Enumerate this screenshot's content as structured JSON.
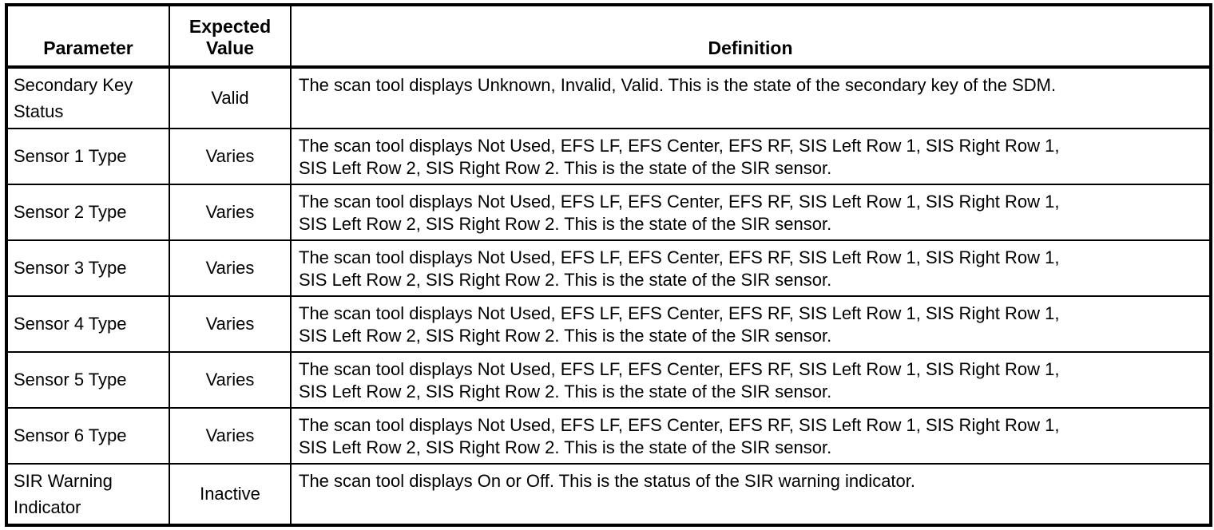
{
  "table": {
    "headers": {
      "parameter": "Parameter",
      "expected_value_line1": "Expected",
      "expected_value_line2": "Value",
      "definition": "Definition"
    },
    "rows": [
      {
        "parameter": "Secondary Key Status",
        "parameter_line1": "Secondary Key",
        "parameter_line2": "Status",
        "expected_value": "Valid",
        "definition_line1": "The scan tool displays Unknown, Invalid, Valid. This is the state of the secondary key of the SDM.",
        "definition_line2": ""
      },
      {
        "parameter": "Sensor 1 Type",
        "parameter_line1": "Sensor 1 Type",
        "parameter_line2": "",
        "expected_value": "Varies",
        "definition_line1": "The scan tool displays Not Used, EFS LF, EFS Center, EFS RF, SIS Left Row 1, SIS Right Row 1,",
        "definition_line2": "SIS Left Row 2, SIS Right Row 2. This is the state of the SIR sensor."
      },
      {
        "parameter": "Sensor 2 Type",
        "parameter_line1": "Sensor 2 Type",
        "parameter_line2": "",
        "expected_value": "Varies",
        "definition_line1": "The scan tool displays Not Used, EFS LF, EFS Center, EFS RF, SIS Left Row 1, SIS Right Row 1,",
        "definition_line2": "SIS Left Row 2, SIS Right Row 2. This is the state of the SIR sensor."
      },
      {
        "parameter": "Sensor 3 Type",
        "parameter_line1": "Sensor 3 Type",
        "parameter_line2": "",
        "expected_value": "Varies",
        "definition_line1": "The scan tool displays Not Used, EFS LF, EFS Center, EFS RF, SIS Left Row 1, SIS Right Row 1,",
        "definition_line2": "SIS Left Row 2, SIS Right Row 2. This is the state of the SIR sensor."
      },
      {
        "parameter": "Sensor 4 Type",
        "parameter_line1": "Sensor 4 Type",
        "parameter_line2": "",
        "expected_value": "Varies",
        "definition_line1": "The scan tool displays Not Used, EFS LF, EFS Center, EFS RF, SIS Left Row 1, SIS Right Row 1,",
        "definition_line2": "SIS Left Row 2, SIS Right Row 2. This is the state of the SIR sensor."
      },
      {
        "parameter": "Sensor 5 Type",
        "parameter_line1": "Sensor 5 Type",
        "parameter_line2": "",
        "expected_value": "Varies",
        "definition_line1": "The scan tool displays Not Used, EFS LF, EFS Center, EFS RF, SIS Left Row 1, SIS Right Row 1,",
        "definition_line2": "SIS Left Row 2, SIS Right Row 2. This is the state of the SIR sensor."
      },
      {
        "parameter": "Sensor 6 Type",
        "parameter_line1": "Sensor 6 Type",
        "parameter_line2": "",
        "expected_value": "Varies",
        "definition_line1": "The scan tool displays Not Used, EFS LF, EFS Center, EFS RF, SIS Left Row 1, SIS Right Row 1,",
        "definition_line2": "SIS Left Row 2, SIS Right Row 2. This is the state of the SIR sensor."
      },
      {
        "parameter": "SIR Warning Indicator",
        "parameter_line1": "SIR Warning",
        "parameter_line2": "Indicator",
        "expected_value": "Inactive",
        "definition_line1": "The scan tool displays On or Off. This is the status of the SIR warning indicator.",
        "definition_line2": ""
      }
    ]
  },
  "colors": {
    "border": "#000000",
    "background": "#ffffff",
    "text": "#000000"
  }
}
